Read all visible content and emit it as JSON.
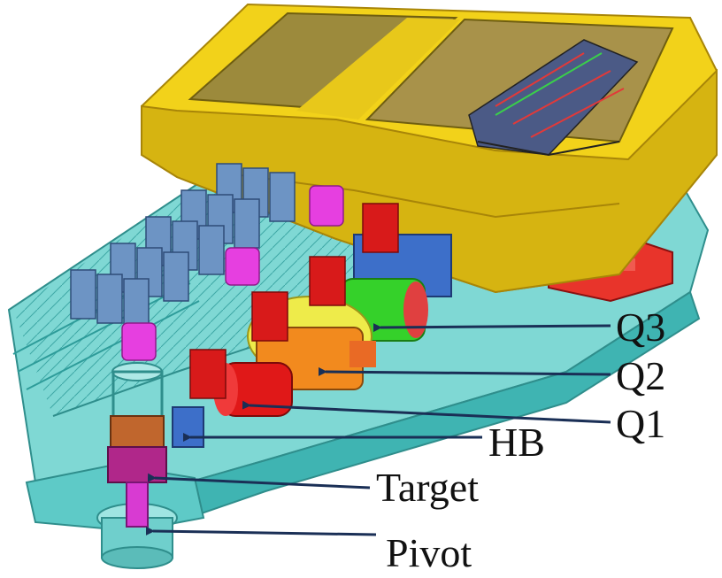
{
  "labels": {
    "q3": "Q3",
    "q2": "Q2",
    "q1": "Q1",
    "hb": "HB",
    "target": "Target",
    "pivot": "Pivot"
  },
  "colors": {
    "shielding_yellow": "#f2d21a",
    "shielding_shadow": "#c9a40c",
    "platform_cyan": "#7fd8d4",
    "platform_cyan_dark": "#3fb4b2",
    "cabinet_blue": "#6d94c4",
    "magnet_red": "#d81a1a",
    "magnet_orange": "#f28a1e",
    "magnet_green": "#35d12a",
    "quad_yellow": "#eeeb4a",
    "tank_magenta": "#e63fe0",
    "leader_navy": "#1a2f56"
  }
}
